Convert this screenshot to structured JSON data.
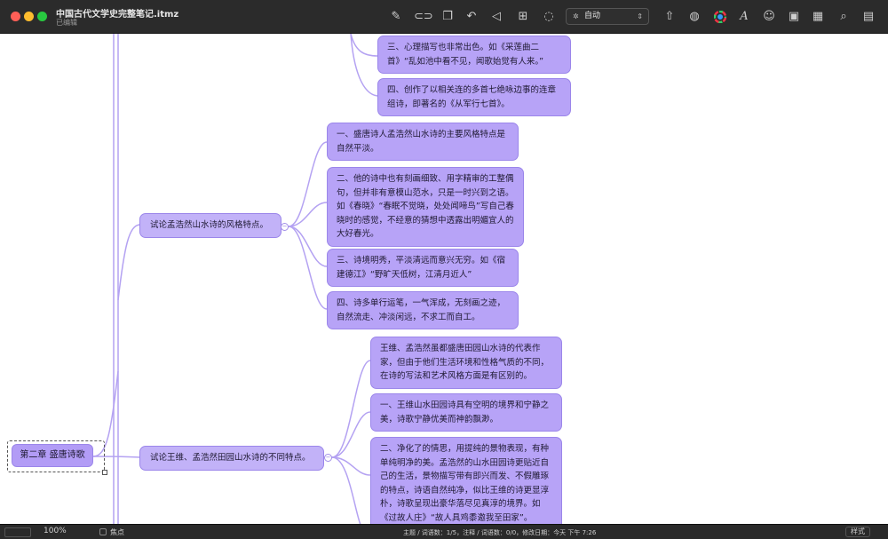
{
  "window": {
    "title": "中国古代文学史完整笔记.itmz",
    "subtitle": "已编辑"
  },
  "toolbar": {
    "theme_value": "自动",
    "icons": [
      "edit-icon",
      "link-icon",
      "group-icon",
      "undo-icon",
      "shape-icon",
      "insert-icon",
      "comment-icon",
      "share-icon",
      "palette-icon",
      "color-wheel-icon",
      "font-icon",
      "emoji-icon",
      "image-icon",
      "table-icon",
      "search-icon",
      "sidebar-icon"
    ]
  },
  "mindmap": {
    "root": "第二章 盛唐诗歌",
    "nodes_top": [
      "三、心理描写也非常出色。如《采莲曲二首》“乱如池中看不见，闻歌始觉有人来。”",
      "四、创作了以相关连的多首七绝咏边事的连章组诗，即著名的《从军行七首》。"
    ],
    "branch_meng": {
      "label": "试论孟浩然山水诗的风格特点。",
      "children": [
        "一、盛唐诗人孟浩然山水诗的主要风格特点是自然平淡。",
        "二、他的诗中也有刻画细致、用字精审的工整偶句，但并非有意模山范水，只是一时兴到之语。如《春晓》“春眠不觉晓，处处闻啼鸟”写自己春晓时的感觉，不经意的猜想中透露出明媚宜人的大好春光。",
        "三、诗境明秀，平淡清远而意兴无穷。如《宿建德江》“野旷天低树，江清月近人”",
        "四、诗多单行运笔，一气浑成，无刻画之迹，自然流走、冲淡闲远，不求工而自工。"
      ]
    },
    "branch_wang": {
      "label": "试论王维、孟浩然田园山水诗的不同特点。",
      "children": [
        "王维、孟浩然虽都盛唐田园山水诗的代表作家，但由于他们生活环境和性格气质的不同，在诗的写法和艺术风格方面是有区别的。",
        "一、王维山水田园诗具有空明的境界和宁静之美，诗歌宁静优美而神韵飘渺。",
        "二、净化了的情思，用提纯的景物表现，有种单纯明净的美。孟浩然的山水田园诗更贴近自己的生活，景物描写带有即兴而发、不假雕琢的特点，诗语自然纯净，似比王维的诗更显淳朴，诗歌呈现出豪华落尽见真淳的境界。如《过故人庄》“故人具鸡黍邀我至田家”。"
      ]
    }
  },
  "statusbar": {
    "zoom": "100%",
    "focus_label": "焦点",
    "stats": "主题 / 词语数：1/5，注释 / 词语数：0/0，修改日期：今天 下午 7:26",
    "style_button": "样式"
  }
}
